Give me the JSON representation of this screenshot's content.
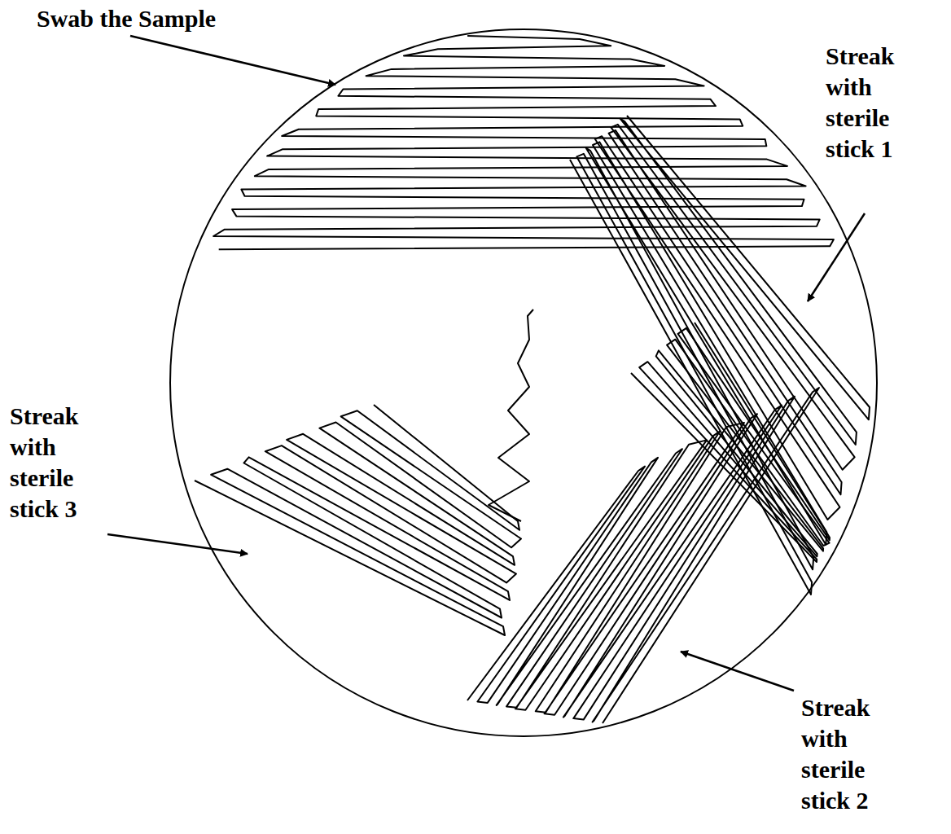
{
  "diagram": {
    "labels": [
      "Swab the Sample",
      "Streak with sterile stick 1",
      "Streak with sterile stick 3",
      "Streak with sterile stick 2"
    ]
  }
}
